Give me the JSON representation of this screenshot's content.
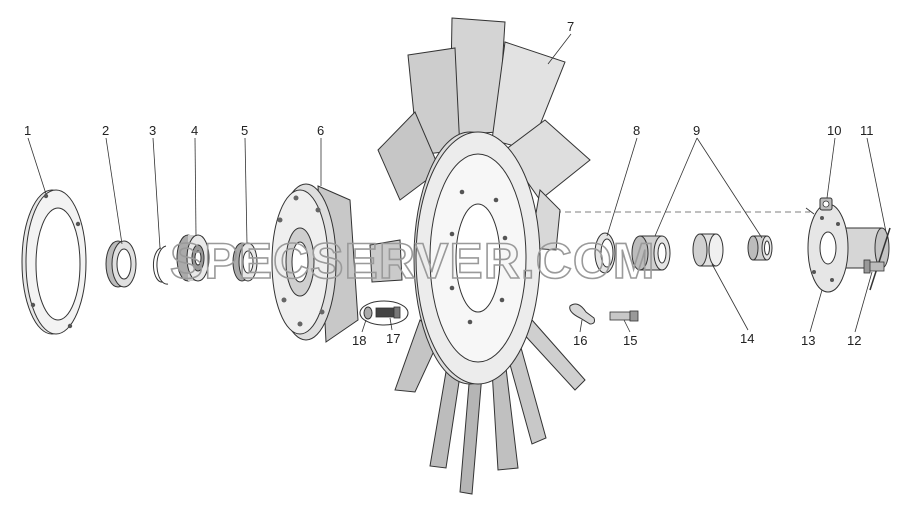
{
  "diagram": {
    "watermark": "SPECSERVER.COM",
    "callouts": [
      {
        "id": "1",
        "label": "1"
      },
      {
        "id": "2",
        "label": "2"
      },
      {
        "id": "3",
        "label": "3"
      },
      {
        "id": "4",
        "label": "4"
      },
      {
        "id": "5",
        "label": "5"
      },
      {
        "id": "6",
        "label": "6"
      },
      {
        "id": "7",
        "label": "7"
      },
      {
        "id": "8",
        "label": "8"
      },
      {
        "id": "9",
        "label": "9"
      },
      {
        "id": "10",
        "label": "10"
      },
      {
        "id": "11",
        "label": "11"
      },
      {
        "id": "12",
        "label": "12"
      },
      {
        "id": "13",
        "label": "13"
      },
      {
        "id": "14",
        "label": "14"
      },
      {
        "id": "15",
        "label": "15"
      },
      {
        "id": "16",
        "label": "16"
      },
      {
        "id": "17",
        "label": "17"
      },
      {
        "id": "18",
        "label": "18"
      }
    ]
  }
}
